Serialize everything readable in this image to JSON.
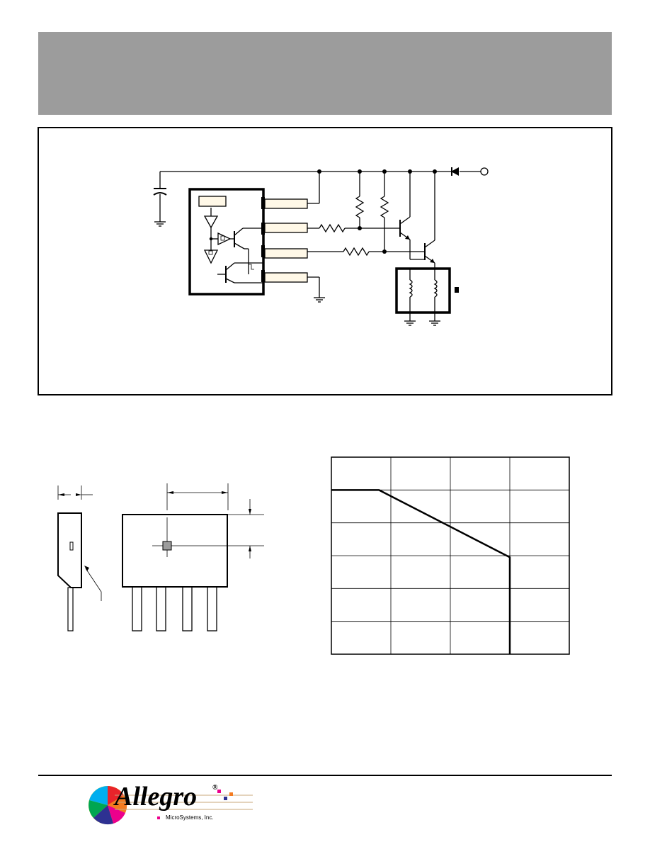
{
  "logo": {
    "name": "Allegro",
    "subtext": "MicroSystems, Inc.",
    "registered_mark": "®"
  },
  "colors": {
    "header_bar": "#9c9c9c",
    "ic_label_fill": "#fff8e7",
    "chart_line": "#000000"
  },
  "chart_data": {
    "type": "line",
    "title": "",
    "xlabel": "",
    "ylabel": "",
    "grid": true,
    "grid_columns": 4,
    "grid_rows": 6,
    "x": [
      0,
      0.8,
      3,
      3
    ],
    "values": [
      5,
      5,
      2.95,
      0
    ],
    "xlim": [
      0,
      4
    ],
    "ylim": [
      0,
      6
    ]
  }
}
